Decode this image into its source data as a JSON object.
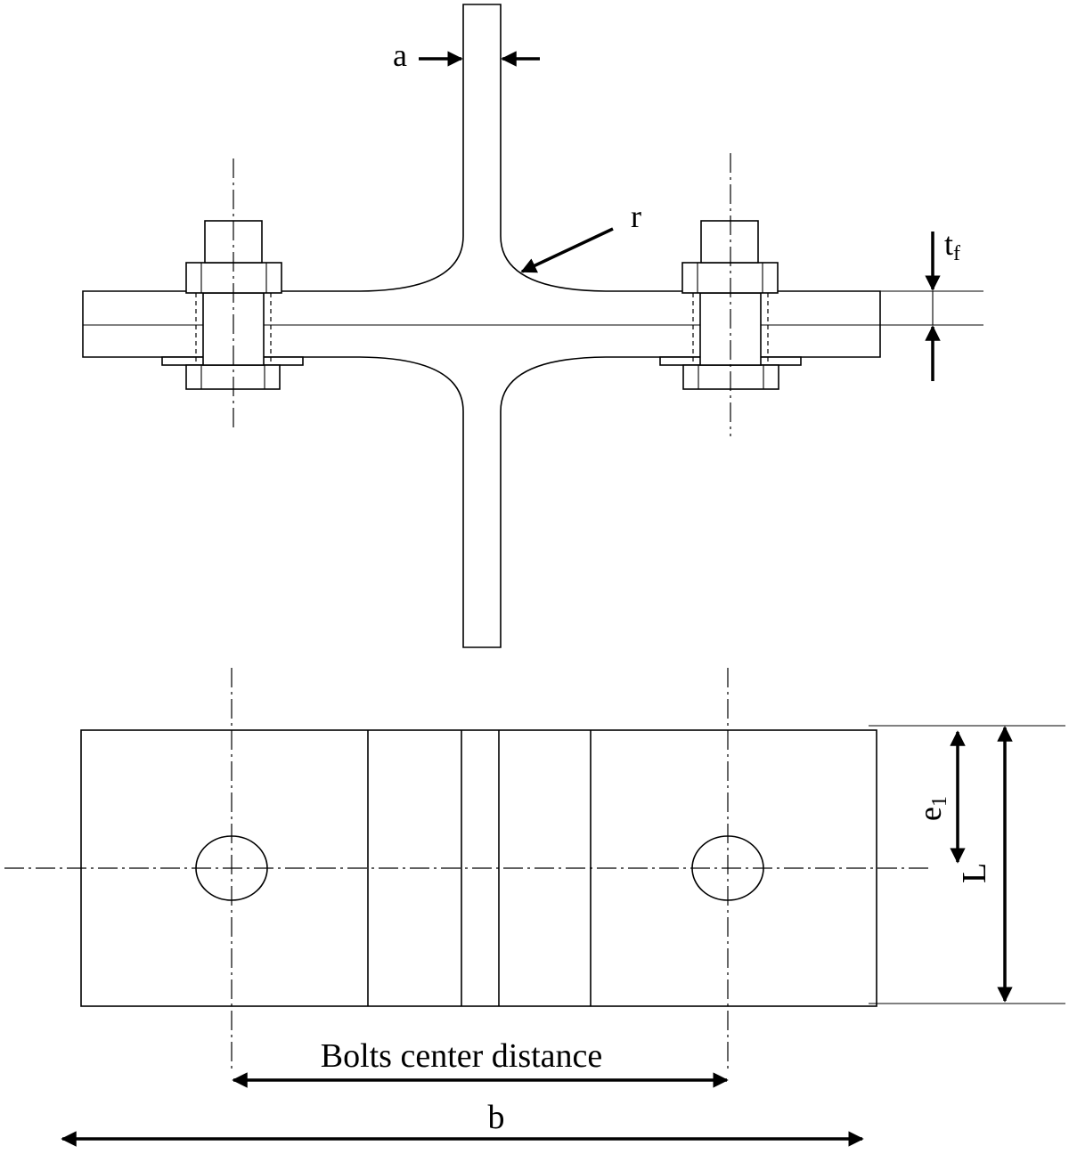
{
  "labels": {
    "a": "a",
    "r": "r",
    "t": "t",
    "t_sub": "f",
    "e": "e",
    "e_sub": "1",
    "L": "L",
    "bolts": "Bolts center distance",
    "b": "b"
  },
  "colors": {
    "line": "#000000",
    "background": "#ffffff"
  }
}
